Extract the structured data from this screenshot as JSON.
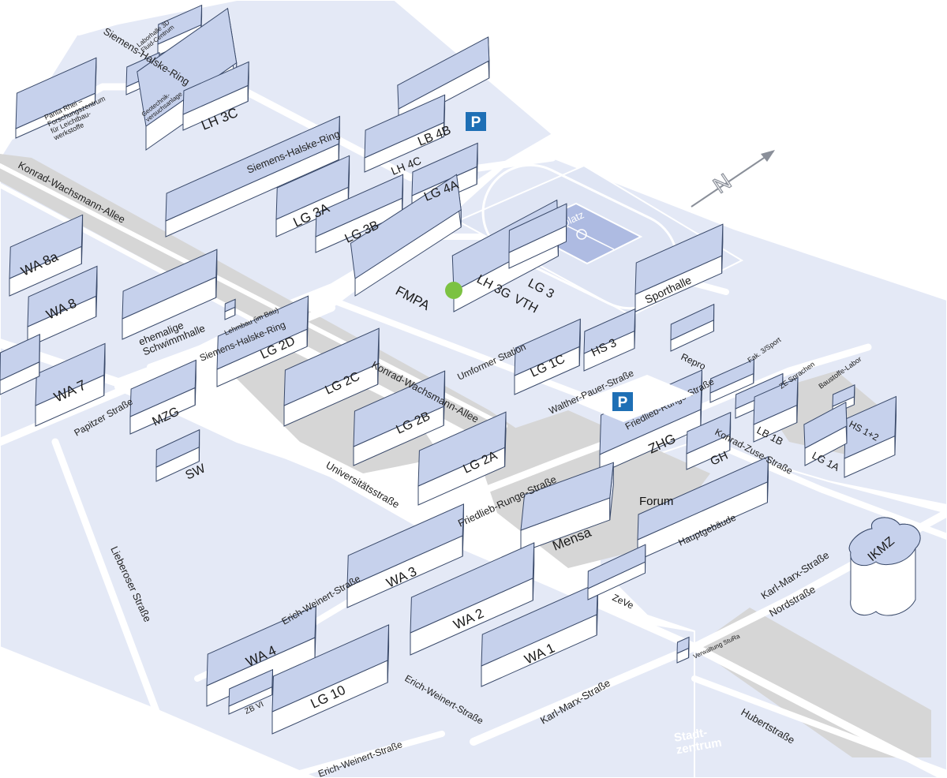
{
  "map": {
    "buildings": [
      {
        "id": "laborhalle",
        "label": "Laborhalle 3D\nFluid-Centrum",
        "small": true
      },
      {
        "id": "panta-rhei",
        "label": "Panta Rhei –\nForschungszentrum\nfür Leichtbau-\nwerkstoffe",
        "small": true
      },
      {
        "id": "geotechnik",
        "label": "Geotechnik-\nversuchsanlage",
        "small": true
      },
      {
        "id": "lh3c",
        "label": "LH 3C"
      },
      {
        "id": "lb4b",
        "label": "LB 4B"
      },
      {
        "id": "lh4c",
        "label": "LH 4C"
      },
      {
        "id": "lg4a",
        "label": "LG 4A"
      },
      {
        "id": "lg3a",
        "label": "LG 3A"
      },
      {
        "id": "lg3b",
        "label": "LG 3B"
      },
      {
        "id": "wa8a",
        "label": "WA 8a"
      },
      {
        "id": "wa8",
        "label": "WA 8"
      },
      {
        "id": "fmpa",
        "label": "FMPA"
      },
      {
        "id": "lh3g",
        "label": "LH 3G"
      },
      {
        "id": "vth",
        "label": "VTH"
      },
      {
        "id": "lg3",
        "label": "LG 3"
      },
      {
        "id": "sporthalle",
        "label": "Sporthalle"
      },
      {
        "id": "schwimmhalle",
        "label": "ehemalige\nSchwimmhalle"
      },
      {
        "id": "lehmbau",
        "label": "Lehmbau (im Bau)",
        "small": true
      },
      {
        "id": "lg2d",
        "label": "LG 2D"
      },
      {
        "id": "lg2c",
        "label": "LG 2C"
      },
      {
        "id": "lg1c",
        "label": "LG 1C"
      },
      {
        "id": "hs3",
        "label": "HS 3"
      },
      {
        "id": "repro",
        "label": "Repro"
      },
      {
        "id": "fak3sport",
        "label": "Fak. 3/Sport",
        "small": true
      },
      {
        "id": "zesprachen",
        "label": "ZE Sprachen",
        "small": true
      },
      {
        "id": "baustoffe",
        "label": "Baustoffe-Labor",
        "small": true
      },
      {
        "id": "wa7",
        "label": "WA 7"
      },
      {
        "id": "mzg",
        "label": "MZG"
      },
      {
        "id": "sw",
        "label": "SW"
      },
      {
        "id": "lg2b",
        "label": "LG 2B"
      },
      {
        "id": "lg2a",
        "label": "LG 2A"
      },
      {
        "id": "zhg",
        "label": "ZHG"
      },
      {
        "id": "gh",
        "label": "GH"
      },
      {
        "id": "lb1b",
        "label": "LB 1B"
      },
      {
        "id": "hs12",
        "label": "HS 1+2"
      },
      {
        "id": "lg1a",
        "label": "LG 1A"
      },
      {
        "id": "mensa",
        "label": "Mensa"
      },
      {
        "id": "hauptgebaeude",
        "label": "Hauptgebäude"
      },
      {
        "id": "ikmz",
        "label": "IKMZ"
      },
      {
        "id": "wa3",
        "label": "WA 3"
      },
      {
        "id": "wa2",
        "label": "WA 2"
      },
      {
        "id": "wa1",
        "label": "WA 1"
      },
      {
        "id": "zeve",
        "label": "ZeVe"
      },
      {
        "id": "wa4",
        "label": "WA 4"
      },
      {
        "id": "lg10",
        "label": "LG 10"
      },
      {
        "id": "zbvi",
        "label": "ZB VI",
        "small": true
      },
      {
        "id": "verwaltung",
        "label": "Verwaltung StuRa",
        "small": true
      }
    ],
    "streets": [
      {
        "id": "siemens-halske-ring-1",
        "label": "Siemens-Halske-Ring"
      },
      {
        "id": "siemens-halske-ring-2",
        "label": "Siemens-Halske-Ring"
      },
      {
        "id": "siemens-halske-ring-3",
        "label": "Siemens-Halske-Ring"
      },
      {
        "id": "konrad-wachsmann-allee-1",
        "label": "Konrad-Wachsmann-Allee"
      },
      {
        "id": "konrad-wachsmann-allee-2",
        "label": "Konrad-Wachsmann-Allee"
      },
      {
        "id": "umformer-station",
        "label": "Umformer Station"
      },
      {
        "id": "walther-pauer-strasse",
        "label": "Walther-Pauer-Straße"
      },
      {
        "id": "friedlieb-runge-strasse-1",
        "label": "Friedlieb-Runge-Straße"
      },
      {
        "id": "friedlieb-runge-strasse-2",
        "label": "Friedlieb-Runge-Straße"
      },
      {
        "id": "konrad-zuse-strasse",
        "label": "Konrad-Zuse-Straße"
      },
      {
        "id": "papitzer-strasse",
        "label": "Papitzer Straße"
      },
      {
        "id": "universitaetsstrasse",
        "label": "Universitätsstraße"
      },
      {
        "id": "lieberoser-strasse",
        "label": "Lieberoser Straße"
      },
      {
        "id": "erich-weinert-strasse-1",
        "label": "Erich-Weinert-Straße"
      },
      {
        "id": "erich-weinert-strasse-2",
        "label": "Erich-Weinert-Straße"
      },
      {
        "id": "erich-weinert-strasse-3",
        "label": "Erich-Weinert-Straße"
      },
      {
        "id": "karl-marx-strasse-1",
        "label": "Karl-Marx-Straße"
      },
      {
        "id": "karl-marx-strasse-2",
        "label": "Karl-Marx-Straße"
      },
      {
        "id": "nordstrasse",
        "label": "Nordstraße"
      },
      {
        "id": "hubertstrasse",
        "label": "Hubertstraße"
      }
    ],
    "places": {
      "sportplatz": "Sportplatz",
      "forum": "Forum",
      "stadtzentrum": "Stadt-\nzentrum"
    },
    "parking_symbol": "P",
    "north_symbol": "N",
    "colors": {
      "area": "#e4e9f6",
      "roof": "#c6d1ec",
      "paved": "#d6d6d6",
      "parking": "#1e6fb5",
      "location_marker": "#7cc242",
      "sportplatz_field": "#aebbe2"
    },
    "location_marker_icon": "location-dot-icon"
  }
}
